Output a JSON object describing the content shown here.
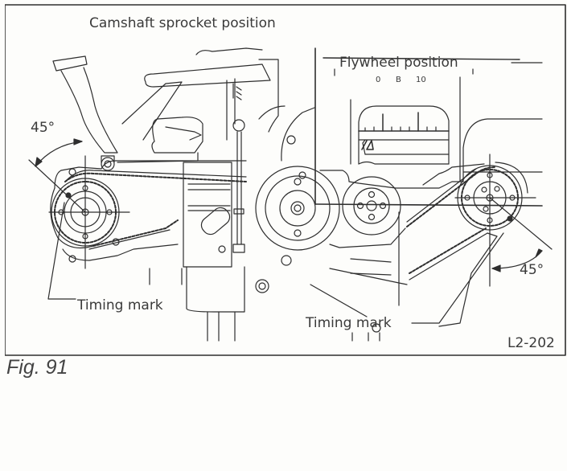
{
  "figure": {
    "caption": "Fig. 91",
    "code": "L2-202",
    "labels": {
      "camshaft": "Camshaft sprocket position",
      "flywheel": "Flywheel position",
      "angle_left": "45°",
      "angle_right": "45°",
      "timing_left": "Timing mark",
      "timing_right": "Timing mark"
    },
    "flywheel_scale": {
      "ticks": [
        "0",
        "B",
        "10"
      ]
    }
  }
}
